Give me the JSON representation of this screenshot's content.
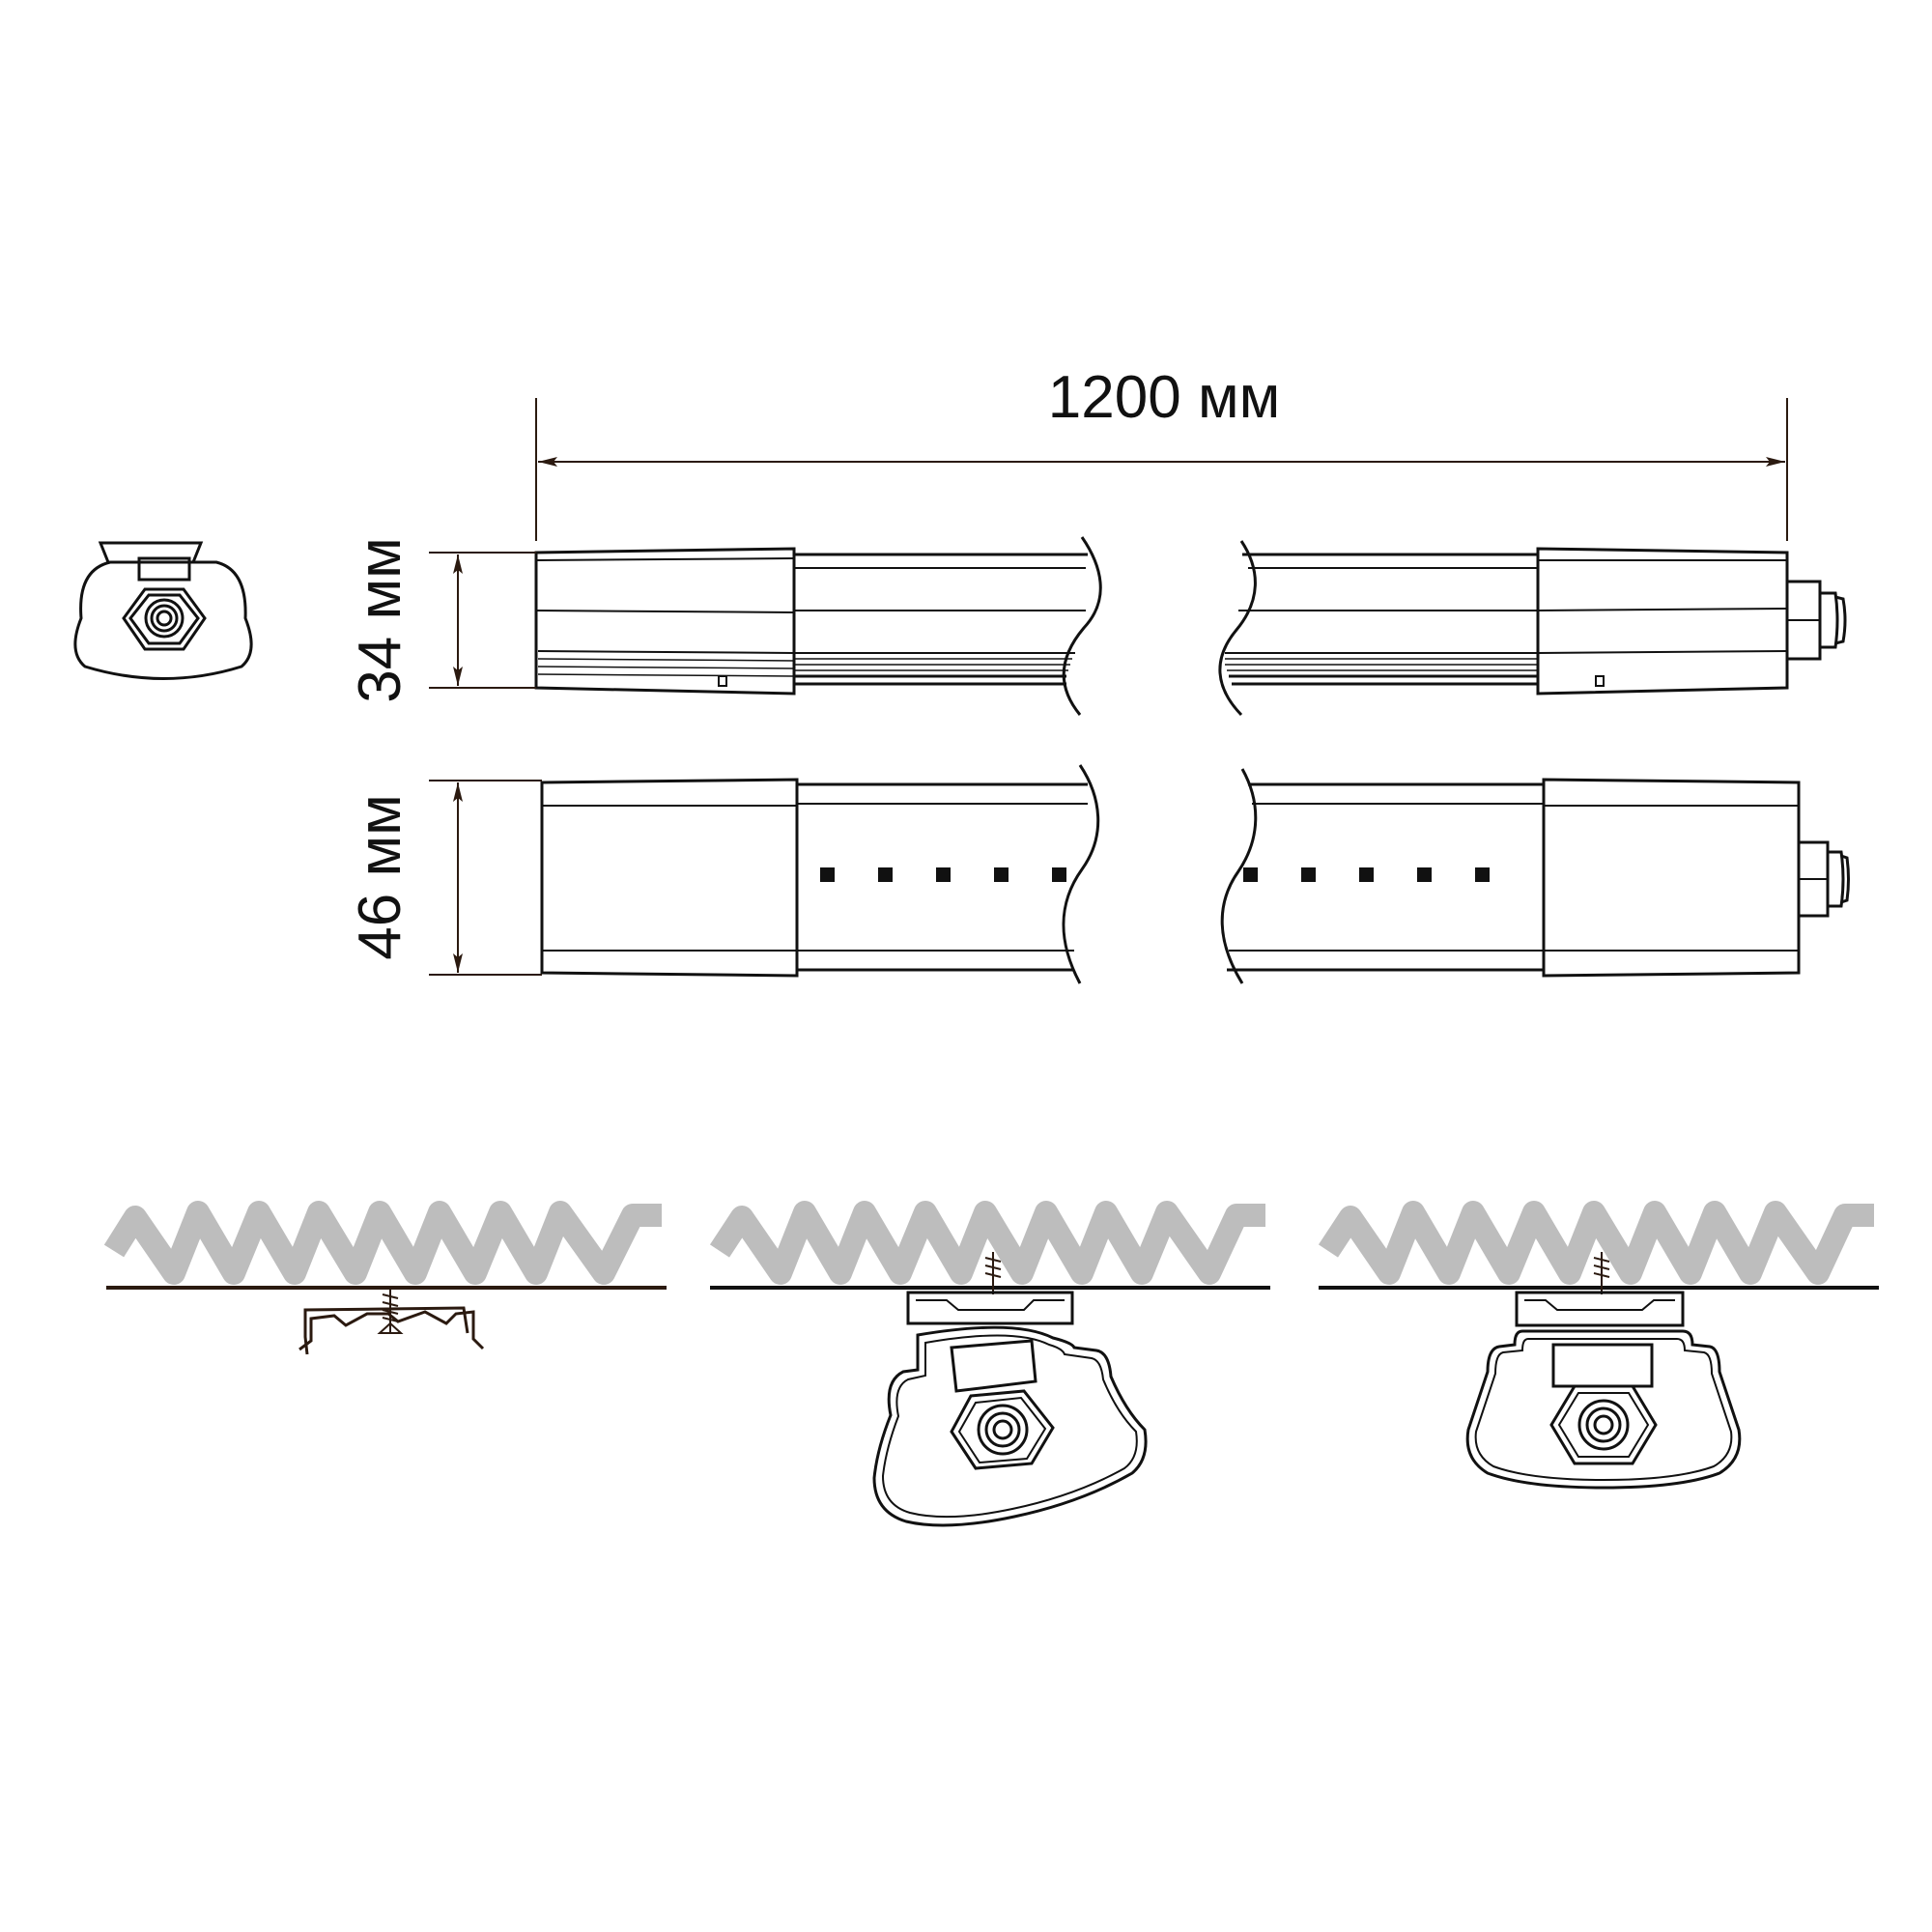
{
  "dimensions": {
    "length": "1200 мм",
    "height": "34 мм",
    "width": "46 мм"
  },
  "colors": {
    "line": "#111111",
    "dimension_line": "#2b1a10",
    "ceiling_hatch": "#bdbdbd"
  },
  "views": [
    "end-view",
    "side-view",
    "top-view",
    "mounting-step-1",
    "mounting-step-2",
    "mounting-step-3"
  ]
}
